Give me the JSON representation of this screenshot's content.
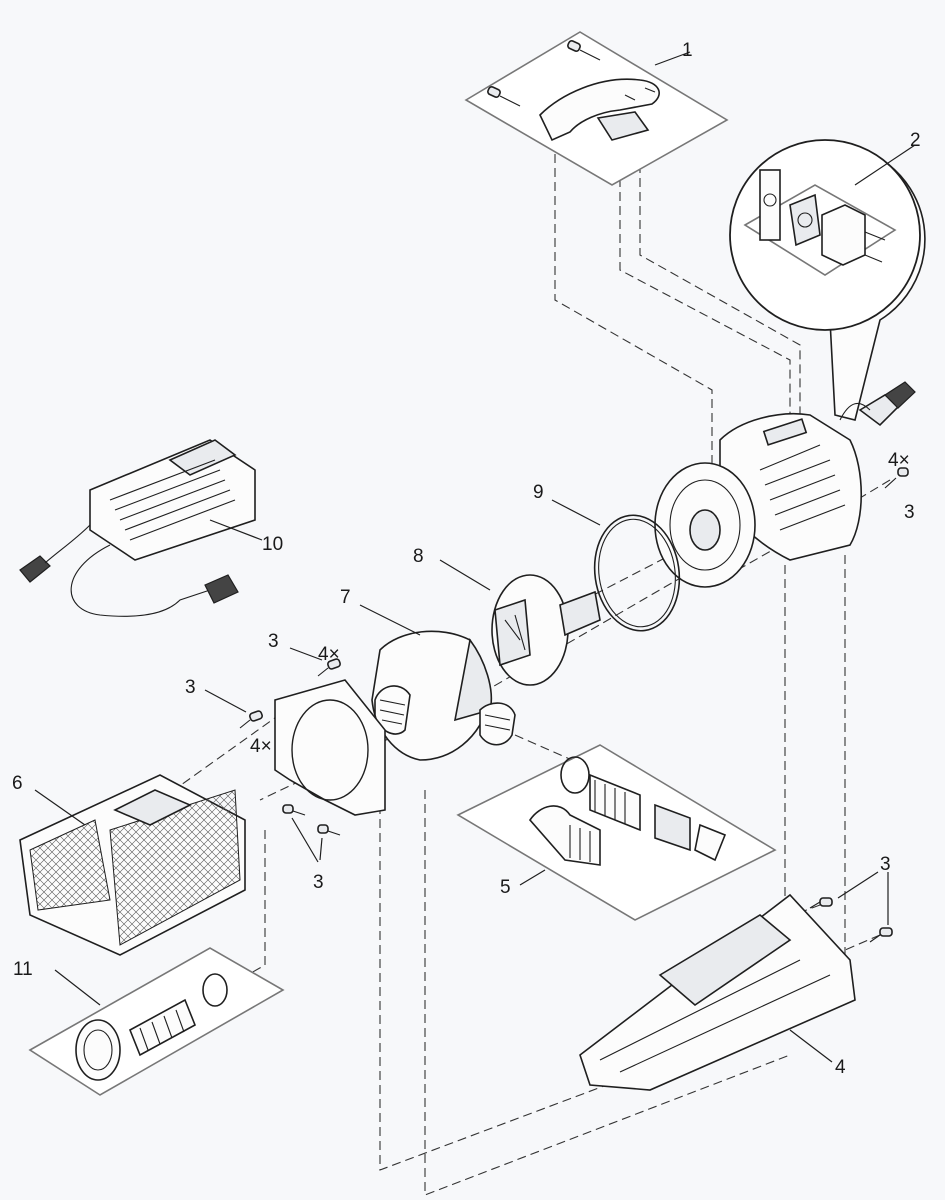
{
  "labels": {
    "p1": "1",
    "p2": "2",
    "p3_right_mult": "4×",
    "p3_right": "3",
    "p9": "9",
    "p10": "10",
    "p8": "8",
    "p7": "7",
    "p3_upper_mult": "4×",
    "p3_upper": "3",
    "p3_left": "3",
    "p3_left_mult": "4×",
    "p6": "6",
    "p3_lower": "3",
    "p5": "5",
    "p3_bottom_right": "3",
    "p11": "11",
    "p4": "4"
  }
}
